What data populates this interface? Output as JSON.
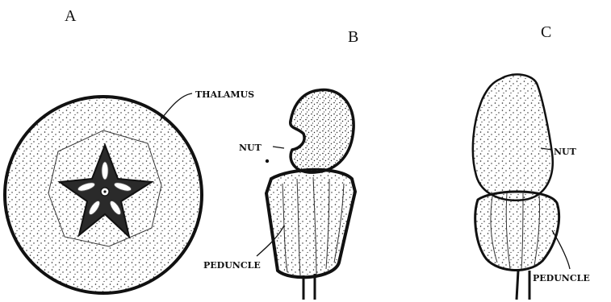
{
  "figure": {
    "panels": [
      {
        "letter": "A",
        "labels": {
          "thalamus": "THALAMUS"
        }
      },
      {
        "letter": "B",
        "labels": {
          "nut": "NUT",
          "peduncle": "PEDUNCLE"
        }
      },
      {
        "letter": "C",
        "labels": {
          "nut": "NUT",
          "peduncle": "PEDUNCLE"
        }
      }
    ]
  },
  "colors": {
    "ink": "#111111",
    "paper": "#ffffff"
  }
}
